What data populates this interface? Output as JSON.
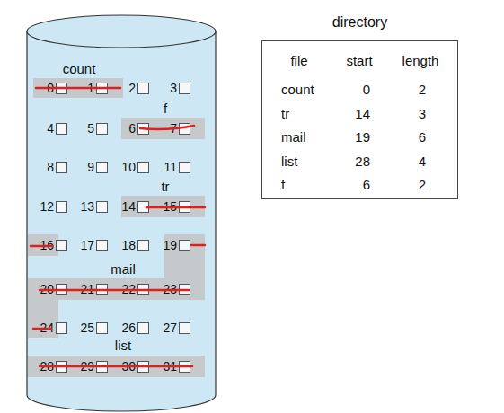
{
  "diagram": {
    "nodes": [
      {
        "text": [
          "0"
        ]
      },
      {
        "text": [
          "1"
        ]
      },
      {
        "text": [
          "2"
        ]
      },
      {
        "text": [
          "3"
        ]
      },
      {
        "text": [
          "4"
        ]
      },
      {
        "text": [
          "5"
        ]
      },
      {
        "text": [
          "6"
        ]
      },
      {
        "text": [
          "7"
        ]
      },
      {
        "text": [
          "8"
        ]
      },
      {
        "text": [
          "9"
        ]
      },
      {
        "text": [
          "10"
        ]
      },
      {
        "text": [
          "11"
        ]
      },
      {
        "text": [
          "12"
        ]
      },
      {
        "text": [
          "13"
        ]
      },
      {
        "text": [
          "14"
        ]
      },
      {
        "text": [
          "15"
        ]
      },
      {
        "text": [
          "16"
        ]
      },
      {
        "text": [
          "17"
        ]
      },
      {
        "text": [
          "18"
        ]
      },
      {
        "text": [
          "19"
        ]
      },
      {
        "text": [
          "20"
        ]
      },
      {
        "text": [
          "21"
        ]
      },
      {
        "text": [
          "22"
        ]
      },
      {
        "text": [
          "23"
        ]
      },
      {
        "text": [
          "24"
        ]
      },
      {
        "text": [
          "25"
        ]
      },
      {
        "text": [
          "26"
        ]
      },
      {
        "text": [
          "27"
        ]
      },
      {
        "text": [
          "28"
        ]
      },
      {
        "text": [
          "29"
        ]
      },
      {
        "text": [
          "30"
        ]
      },
      {
        "text": [
          "31"
        ]
      },
      {
        "text": [
          "directory"
        ]
      }
    ],
    "labels": [
      "count",
      "f",
      "tr",
      "mail",
      "list",
      "file",
      "start",
      "length",
      "count",
      "0",
      "2",
      "tr",
      "14",
      "3",
      "mail",
      "19",
      "6",
      "list",
      "28",
      "4",
      "f",
      "6",
      "2"
    ]
  }
}
